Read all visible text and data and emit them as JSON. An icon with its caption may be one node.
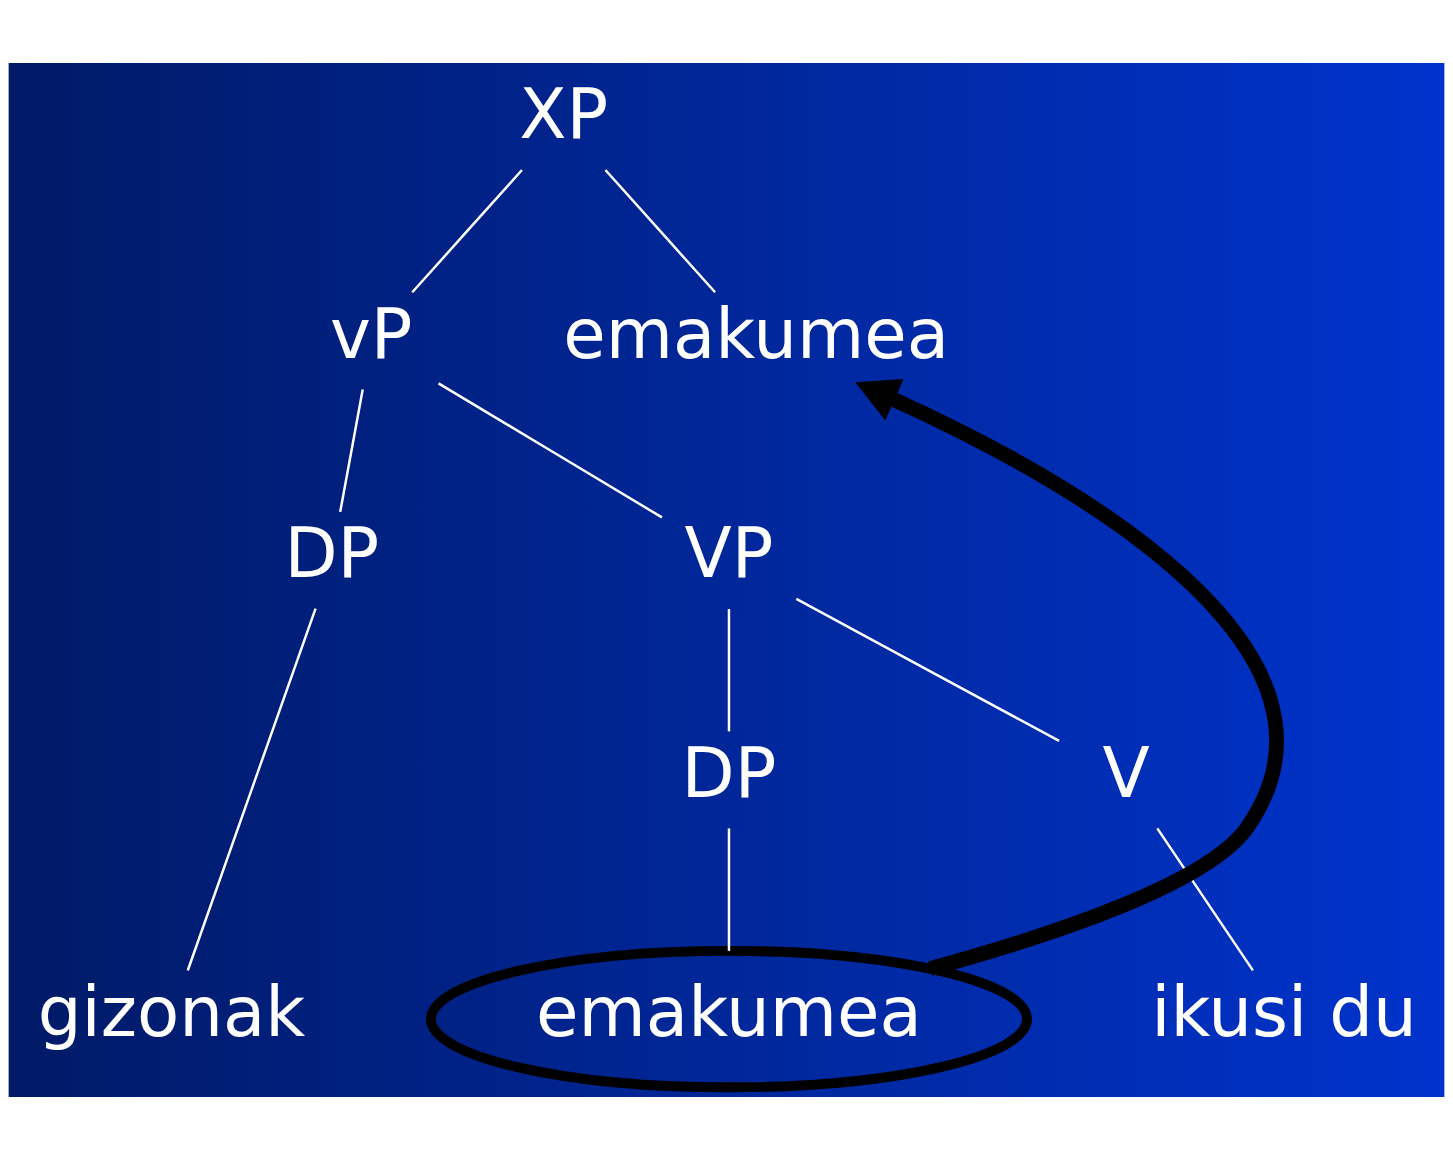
{
  "diagram": {
    "nodes": [
      {
        "text": [
          "XP"
        ]
      },
      {
        "text": [
          "vP"
        ]
      },
      {
        "text": [
          "emakumea"
        ]
      },
      {
        "text": [
          "DP"
        ]
      },
      {
        "text": [
          "VP"
        ]
      },
      {
        "text": [
          "DP"
        ]
      },
      {
        "text": [
          "V"
        ]
      },
      {
        "text": [
          "gizonak"
        ]
      },
      {
        "text": [
          "emakumea"
        ]
      },
      {
        "text": [
          "ikusi du"
        ]
      }
    ],
    "edges": [
      {
        "from": 0,
        "to": 2,
        "arrow": "none"
      },
      {
        "from": 0,
        "to": 1,
        "arrow": "none"
      },
      {
        "from": 1,
        "to": 3,
        "arrow": "none"
      },
      {
        "from": 1,
        "to": 4,
        "arrow": "none"
      },
      {
        "from": 4,
        "to": 5,
        "arrow": "none"
      },
      {
        "from": 4,
        "to": 6,
        "arrow": "none"
      },
      {
        "from": 3,
        "to": 7,
        "arrow": "none"
      },
      {
        "from": 5,
        "to": 8,
        "arrow": "none"
      },
      {
        "from": 6,
        "to": 9,
        "arrow": "none"
      },
      {
        "from": 8,
        "to": 2,
        "arrow": "to",
        "style": "thick",
        "color": "#000000"
      }
    ]
  }
}
